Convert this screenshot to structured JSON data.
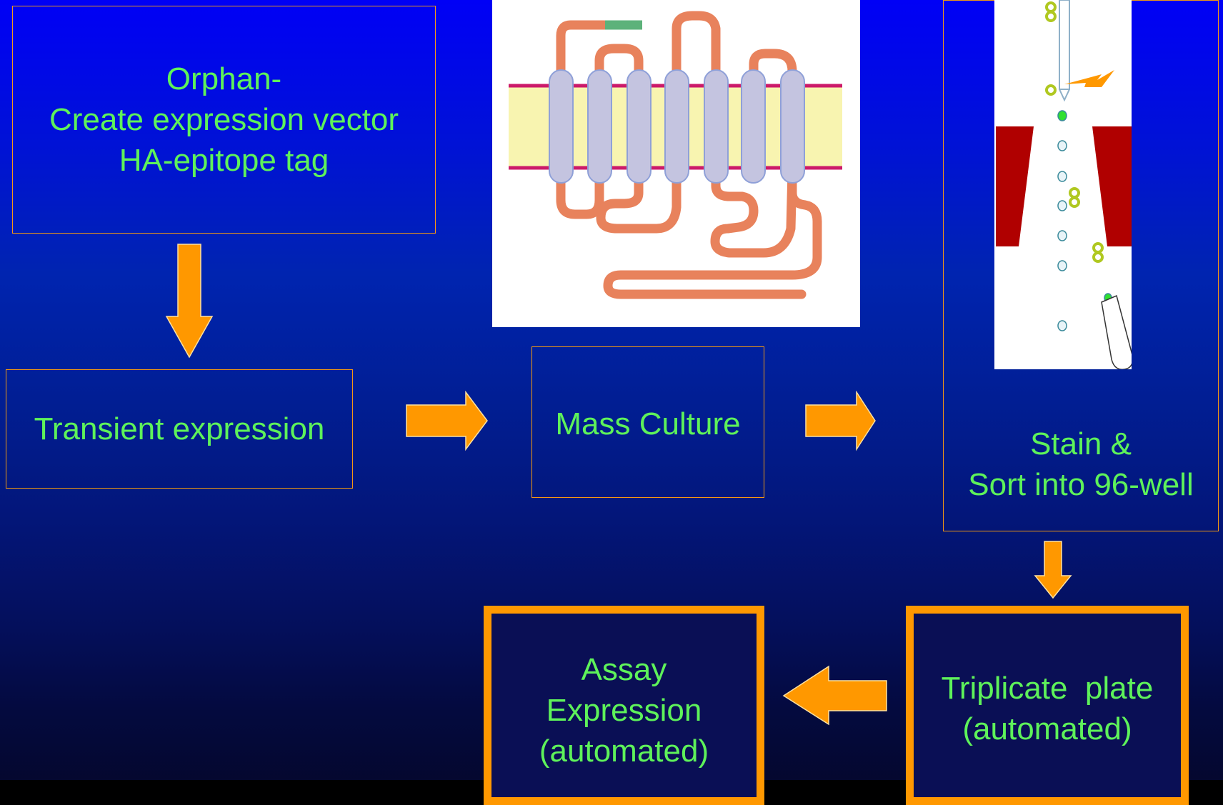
{
  "diagram": {
    "orphan_box": {
      "lines": [
        "Orphan-",
        "Create expression vector",
        "HA-epitope tag"
      ]
    },
    "transient_box": {
      "label": "Transient expression"
    },
    "mass_culture_box": {
      "label": "Mass Culture"
    },
    "sort_box": {
      "lines": [
        "Stain &",
        "Sort into 96-well"
      ]
    },
    "triplicate_box": {
      "lines": [
        "Triplicate  plate",
        "(automated)"
      ]
    },
    "assay_box": {
      "lines": [
        "Assay",
        "Expression",
        "(automated)"
      ]
    }
  },
  "colors": {
    "text": "#5ef25a",
    "arrow": "#ff9800",
    "box_border": "#f29a10",
    "membrane": "#f8f4b0",
    "helix": "#c4c4e0",
    "loop": "#e8825c",
    "nozzle": "#b00000"
  },
  "images": {
    "receptor": "seven-transmembrane-receptor-illustration",
    "sorter": "cell-sorter-illustration"
  }
}
